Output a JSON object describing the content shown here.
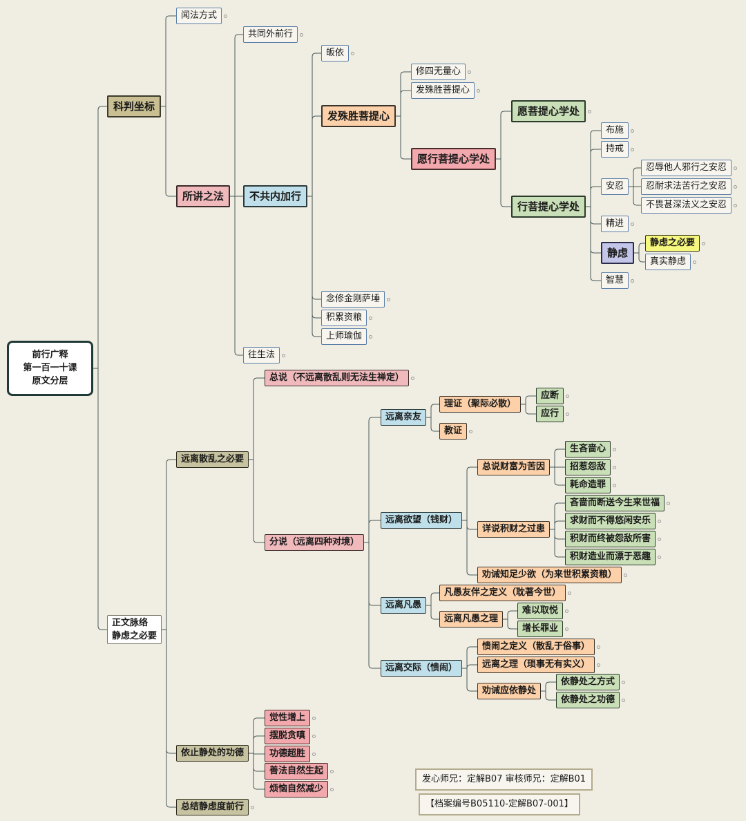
{
  "root": [
    "前行广释",
    "第一百一十课",
    "原文分层"
  ],
  "nodes": {
    "n_kepan": "科判坐标",
    "n_wenfa": "闻法方式",
    "n_suojiang": "所讲之法",
    "n_gongtong": "共同外前行",
    "n_bugong": "不共内加行",
    "n_guiyi": "皈依",
    "n_fashu": "发殊胜菩提心",
    "n_xiusi": "修四无量心",
    "n_fashu2": "发殊胜菩提心",
    "n_yuanxing": "愿行菩提心学处",
    "n_yuanpu": "愿菩提心学处",
    "n_xingpu": "行菩提心学处",
    "n_bushi": "布施",
    "n_chijie": "持戒",
    "n_anren": "安忍",
    "n_anren1": "忍辱他人邪行之安忍",
    "n_anren2": "忍耐求法苦行之安忍",
    "n_anren3": "不畏甚深法义之安忍",
    "n_jingjin": "精进",
    "n_jinglv": "静虑",
    "n_bixu": "静虑之必要",
    "n_zhenshi": "真实静虑",
    "n_zhihui": "智慧",
    "n_nianxiu": "念修金刚萨埵",
    "n_jilei": "积累资粮",
    "n_shangshi": "上师瑜伽",
    "n_wangsheng": "往生法",
    "n_zhengwen": [
      "正文脉络",
      "静虑之必要"
    ],
    "n_yuanli": "远离散乱之必要",
    "n_zongshuo": "总说（不远离散乱则无法生禅定）",
    "n_fenshuo": "分说（远离四种对境）",
    "n_qinyou": "远离亲友",
    "n_lizheng": "理证（聚际必散）",
    "n_yingduan": "应断",
    "n_yingxing": "应行",
    "n_jiaozheng": "教证",
    "n_yuwang": "远离欲望（钱财）",
    "n_zongcai": "总说财富为苦因",
    "n_shengli": "生吝啬心",
    "n_zhaore": "招惹怨敌",
    "n_haoming": "耗命造罪",
    "n_xiangshuo": "详说积财之过患",
    "n_linse": "吝啬而断送今生来世福",
    "n_qiucai": "求财而不得悠闲安乐",
    "n_jicai": "积财而终被怨敌所害",
    "n_jicaiye": "积财造业而漂于恶趣",
    "n_quanjie": "劝诫知足少欲（为来世积累资粮）",
    "n_fanyu": "远离凡愚",
    "n_fanyudef": "凡愚友伴之定义（耽著今世）",
    "n_fanyuli": "远离凡愚之理",
    "n_nanyi": "难以取悦",
    "n_zengzhang": "增长罪业",
    "n_jiaoji": "远离交际（愦闹）",
    "n_kuinao": "愦闹之定义（散乱于俗事）",
    "n_yuanlizhili": "远离之理（琐事无有实义）",
    "n_quanjie2": "劝诫应依静处",
    "n_fangshi": "依静处之方式",
    "n_gongde": "依静处之功德",
    "n_yizhi": "依止静处的功德",
    "n_juexing": "觉性增上",
    "n_baituo": "摆脱贪嗔",
    "n_gongdechao": "功德超胜",
    "n_shanfa": "善法自然生起",
    "n_fannao": "烦恼自然减少",
    "n_zongjie": "总结静虑度前行"
  },
  "credits": {
    "line1": "发心师兄：定解B07    审核师兄：定解B01",
    "line2": "【档案编号B05110-定解B07-001】"
  }
}
